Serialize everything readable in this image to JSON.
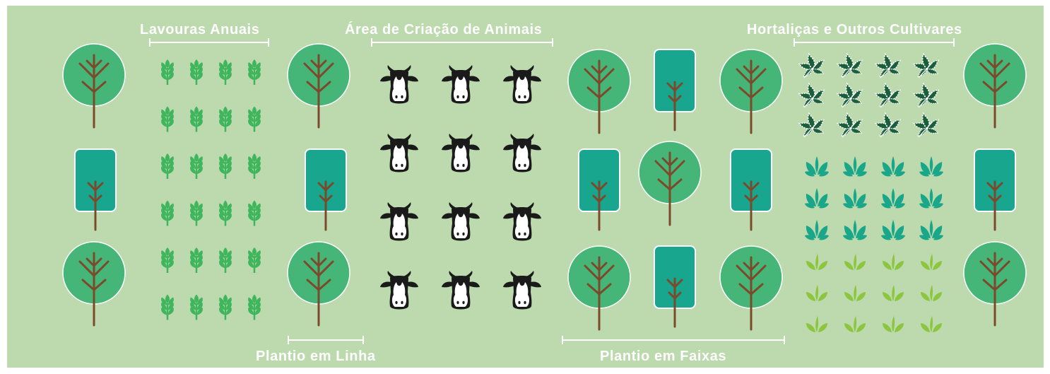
{
  "labels": {
    "lavouras": "Lavouras Anuais",
    "animais": "Área de Criação de Animais",
    "hortalicas": "Hortaliças e Outros Cultivares",
    "linha": "Plantio em Linha",
    "faixas": "Plantio em Faixas"
  },
  "colors": {
    "background": "#bcdaad",
    "round_canopy": "#45b677",
    "square_canopy": "#18a68e",
    "trunk": "#7b4a2b",
    "wheat": "#3fb65d",
    "herb_leaf": "#1a5e3c",
    "sprout_teal": "#1aa789",
    "sprout_light": "#8cc63e",
    "cow": "#1a1a1a",
    "label": "#ffffff"
  },
  "sections": [
    {
      "name": "lavouras-anuais",
      "icon": "wheat-icon",
      "rows": 6,
      "cols": 4
    },
    {
      "name": "criacao-de-animais",
      "icon": "cow-icon",
      "rows": 4,
      "cols": 3
    },
    {
      "name": "hortalicas",
      "icon": "herb-icon",
      "rows": 3,
      "cols": 4
    },
    {
      "name": "hortalicas",
      "icon": "teal-sprout-icon",
      "rows": 3,
      "cols": 4
    },
    {
      "name": "hortalicas",
      "icon": "light-sprout-icon",
      "rows": 3,
      "cols": 4
    }
  ],
  "tree_types": [
    "round-tree-icon",
    "square-tree-icon"
  ]
}
